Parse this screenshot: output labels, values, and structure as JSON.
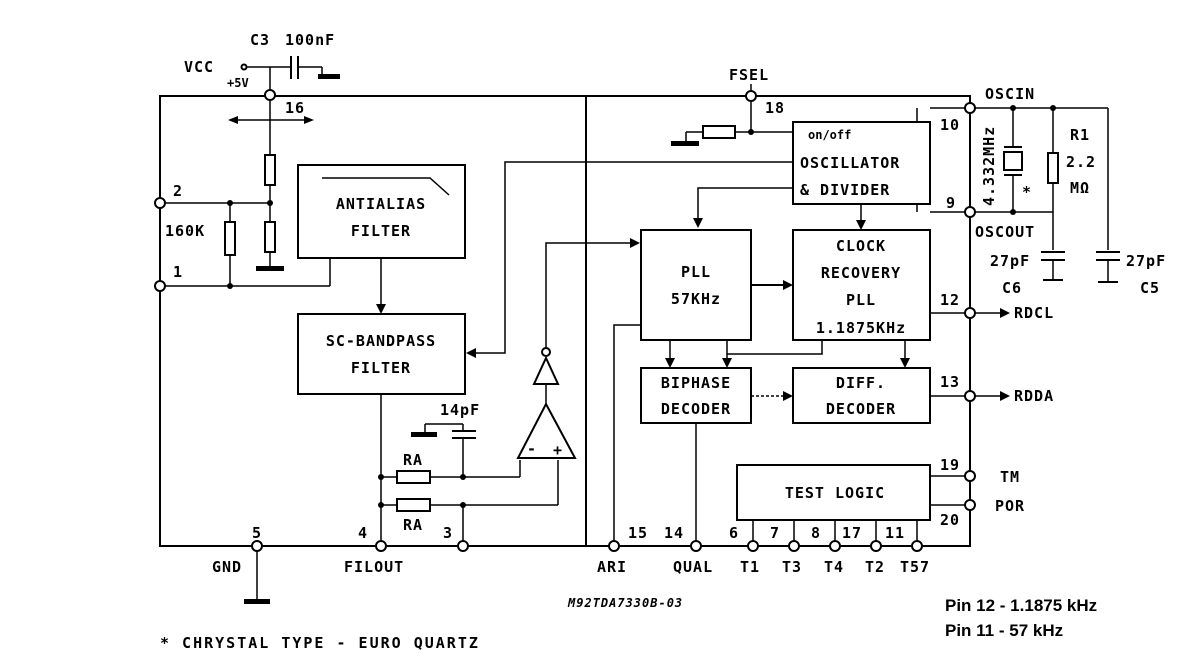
{
  "pins": {
    "vcc": "VCC",
    "v5": "+5V",
    "c3": "C3",
    "c3v": "100nF",
    "p16": "16",
    "p2": "2",
    "p1": "1",
    "r160": "160K",
    "fsel": "FSEL",
    "p18": "18",
    "oscin": "OSCIN",
    "p10": "10",
    "p9": "9",
    "oscout": "OSCOUT",
    "xtal": "4.332MHz",
    "star": "*",
    "r1": "R1",
    "r1v": "2.2",
    "r1u": "MΩ",
    "c6v": "27pF",
    "c6": "C6",
    "c5v": "27pF",
    "c5": "C5",
    "p12": "12",
    "rdcl": "RDCL",
    "p13": "13",
    "rdda": "RDDA",
    "p19": "19",
    "tm": "TM",
    "p20": "20",
    "por": "POR",
    "p5": "5",
    "gnd": "GND",
    "p4": "4",
    "filout": "FILOUT",
    "p3": "3",
    "c14": "14pF",
    "ra1": "RA",
    "ra2": "RA",
    "p15": "15",
    "ari": "ARI",
    "p14": "14",
    "qual": "QUAL",
    "p6": "6",
    "t1": "T1",
    "p7": "7",
    "t3": "T3",
    "p8": "8",
    "t4": "T4",
    "p17": "17",
    "t2": "T2",
    "p11": "11",
    "t57": "T57",
    "minus": "-",
    "plus": "+"
  },
  "blocks": {
    "antialias": [
      "ANTIALIAS",
      "FILTER"
    ],
    "bandpass": [
      "SC-BANDPASS",
      "FILTER"
    ],
    "pll": [
      "PLL",
      "57KHz"
    ],
    "osc": [
      "on/off",
      "OSCILLATOR",
      "& DIVIDER"
    ],
    "clock": [
      "CLOCK",
      "RECOVERY",
      "PLL",
      "1.1875KHz"
    ],
    "biphase": [
      "BIPHASE",
      "DECODER"
    ],
    "diff": [
      "DIFF.",
      "DECODER"
    ],
    "test": [
      "TEST LOGIC"
    ]
  },
  "code": "M92TDA7330B-03",
  "footnote": "* CHRYSTAL TYPE - EURO QUARTZ",
  "notes": [
    "Pin 12 - 1.1875 kHz",
    "Pin 11 - 57 kHz"
  ]
}
